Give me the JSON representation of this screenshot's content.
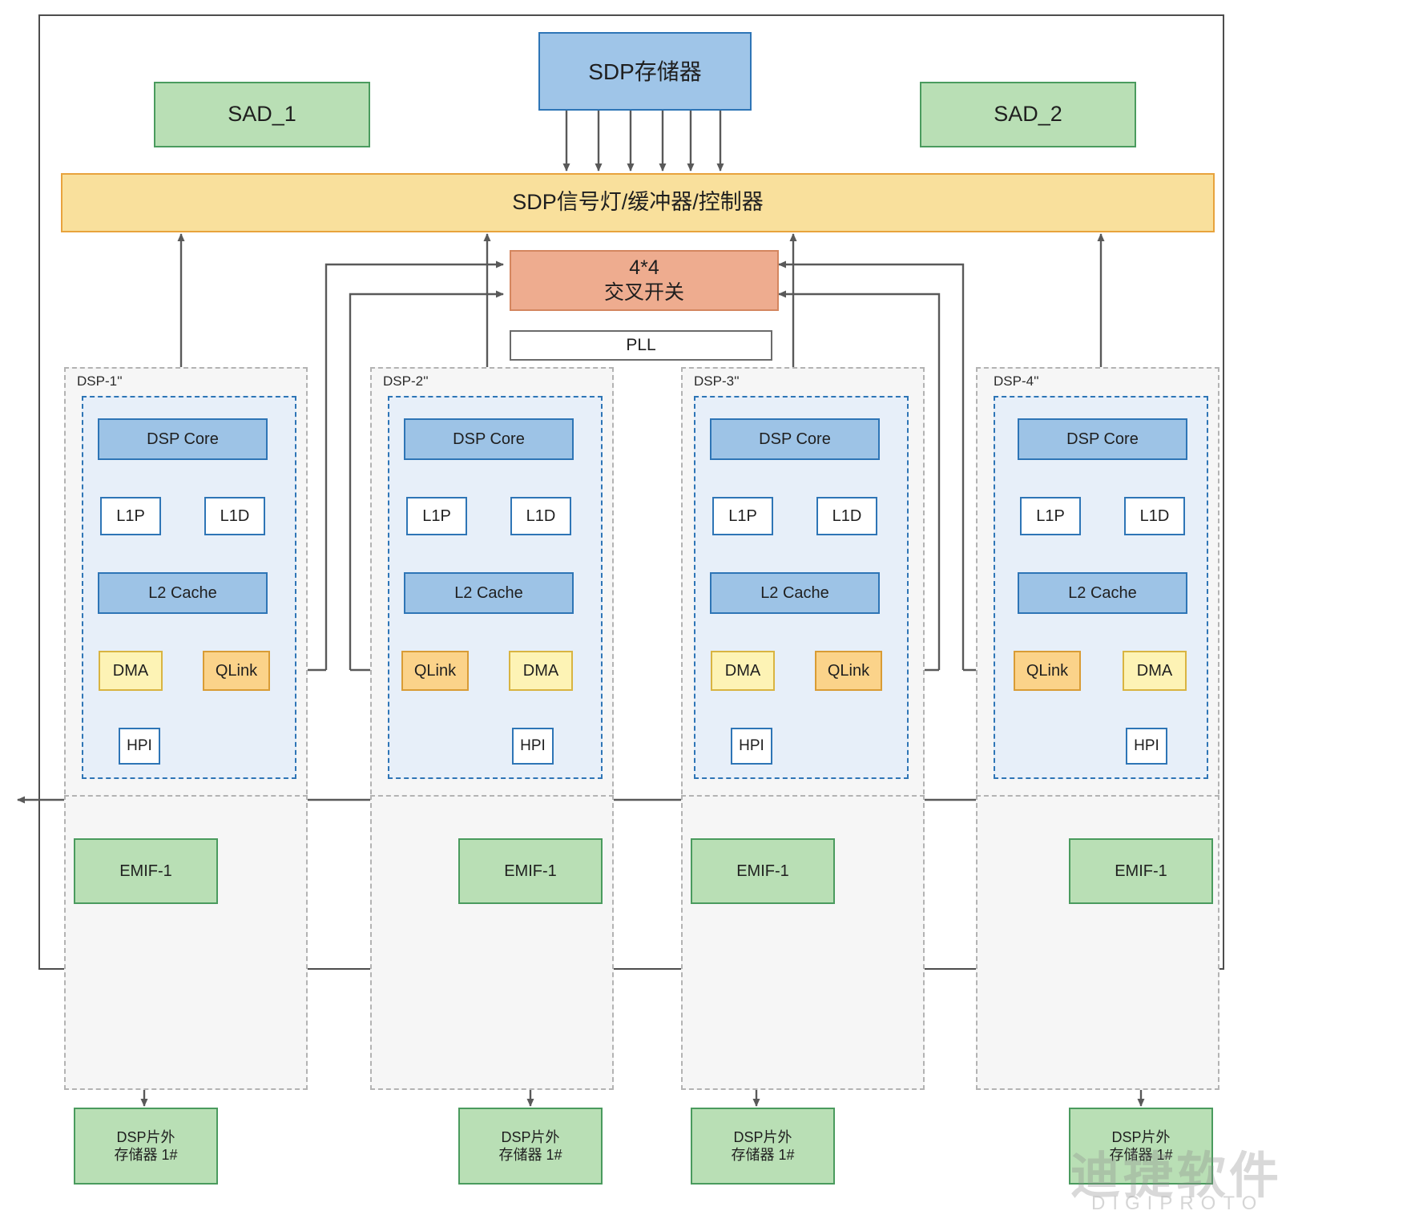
{
  "diagram": {
    "title_blocks": {
      "sdp_memory": "SDP存储器",
      "sad_1": "SAD_1",
      "sad_2": "SAD_2",
      "sdp_bus": "SDP信号灯/缓冲器/控制器",
      "crossbar_line1": "4*4",
      "crossbar_line2": "交叉开关",
      "pll": "PLL"
    },
    "colors": {
      "sdp_memory_fill": "#9fc5e8",
      "sdp_memory_stroke": "#2e75b6",
      "sad_fill": "#b9dfb5",
      "sad_stroke": "#4a9b5e",
      "bus_fill": "#f9e09c",
      "bus_stroke": "#e8a33d",
      "crossbar_fill": "#eeac8f",
      "crossbar_stroke": "#d4865f",
      "core_fill": "#9dc3e6",
      "core_stroke": "#2e75b6",
      "dma_fill": "#fdf3b5",
      "dma_stroke": "#d9b441",
      "qlink_fill": "#fbd38a",
      "qlink_stroke": "#d99c35",
      "emif_fill": "#b9dfb5",
      "emif_stroke": "#4a9b5e",
      "wire": "#595959",
      "cluster_dash_outer": "#b3b3b3",
      "cluster_dash_inner": "#2e75b6"
    },
    "sdp_memory_link_count": 6,
    "clusters": [
      {
        "label": "DSP-1''",
        "core": "DSP Core",
        "l1p": "L1P",
        "l1d": "L1D",
        "l2": "L2 Cache",
        "left_unit": "DMA",
        "right_unit": "QLink",
        "hpi": "HPI",
        "emif": "EMIF-1",
        "ext_mem_line1": "DSP片外",
        "ext_mem_line2": "存储器 1#"
      },
      {
        "label": "DSP-2''",
        "core": "DSP Core",
        "l1p": "L1P",
        "l1d": "L1D",
        "l2": "L2 Cache",
        "left_unit": "QLink",
        "right_unit": "DMA",
        "hpi": "HPI",
        "emif": "EMIF-1",
        "ext_mem_line1": "DSP片外",
        "ext_mem_line2": "存储器 1#"
      },
      {
        "label": "DSP-3''",
        "core": "DSP Core",
        "l1p": "L1P",
        "l1d": "L1D",
        "l2": "L2 Cache",
        "left_unit": "DMA",
        "right_unit": "QLink",
        "hpi": "HPI",
        "emif": "EMIF-1",
        "ext_mem_line1": "DSP片外",
        "ext_mem_line2": "存储器 1#"
      },
      {
        "label": "DSP-4''",
        "core": "DSP Core",
        "l1p": "L1P",
        "l1d": "L1D",
        "l2": "L2 Cache",
        "left_unit": "QLink",
        "right_unit": "DMA",
        "hpi": "HPI",
        "emif": "EMIF-1",
        "ext_mem_line1": "DSP片外",
        "ext_mem_line2": "存储器 1#"
      }
    ],
    "watermark": {
      "cn": "迪捷软件",
      "en": "DIGIPROTO"
    }
  }
}
